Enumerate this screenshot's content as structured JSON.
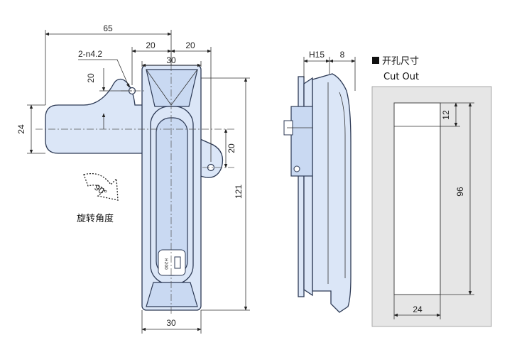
{
  "front_view": {
    "dim_overall_width": "65",
    "dim_hole_offset_left": "20",
    "dim_hole_offset_right": "20",
    "dim_handle_width_top": "30",
    "dim_hole_label": "2-n4.2",
    "dim_hole_vertical": "20",
    "dim_arm_height": "24",
    "dim_lower_hole_vertical": "20",
    "dim_total_height": "121",
    "dim_handle_width_bottom": "30",
    "rotation_angle": "90°",
    "rotation_label": "旋转角度",
    "lock_badge": "H200"
  },
  "side_view": {
    "dim_h": "H15",
    "dim_thickness": "8"
  },
  "cutout": {
    "title_cn": "开孔尺寸",
    "title_en": "Cut Out",
    "dim_top": "12",
    "dim_height": "96",
    "dim_width": "24"
  },
  "colors": {
    "body_fill": "#dbe6f7",
    "outline": "#2d3a55",
    "cutout_panel": "#e6e6e6"
  }
}
